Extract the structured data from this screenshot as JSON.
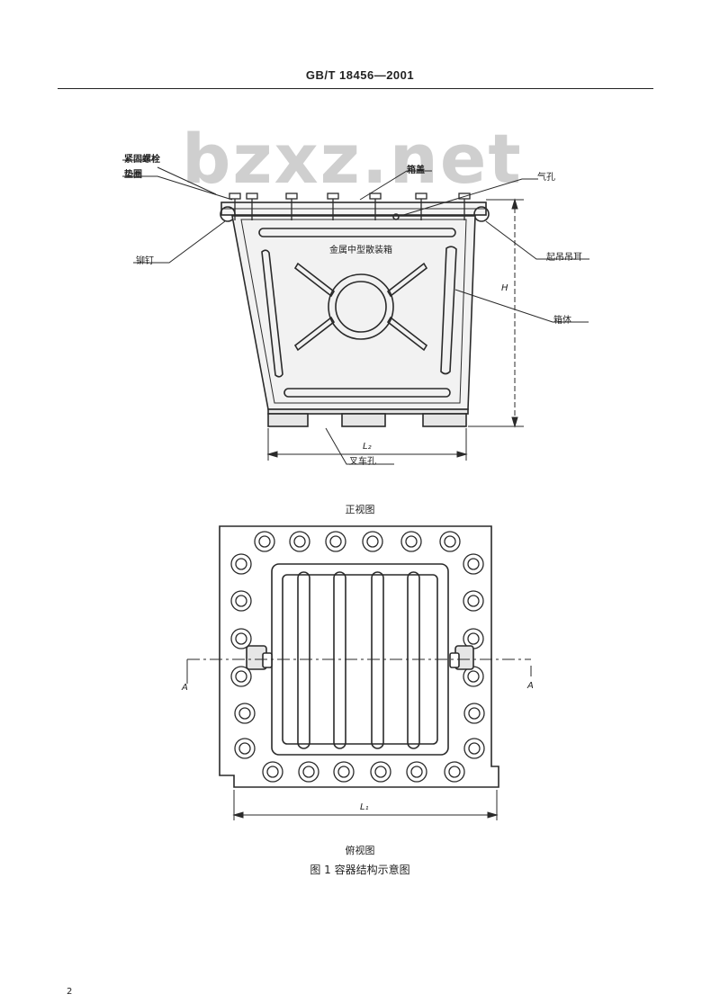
{
  "header": {
    "standard": "GB/T 18456—2001"
  },
  "watermark": "bzxz.net",
  "front_view": {
    "title": "正视图",
    "center_text": "金属中型散装箱",
    "labels": {
      "bolt_nut": "紧固螺栓",
      "washer": "垫圈",
      "lid": "箱盖",
      "vent": "气孔",
      "rivet": "铆钉",
      "lifting_ear": "起吊吊耳",
      "body": "箱体",
      "forklift_slot": "叉车孔"
    },
    "dims": {
      "height": "H",
      "length": "L₂"
    }
  },
  "top_view": {
    "title": "俯视图",
    "section_mark": "A",
    "dims": {
      "length": "L₁"
    }
  },
  "figure_caption": "图 1   容器结构示意图",
  "page_number": "2"
}
